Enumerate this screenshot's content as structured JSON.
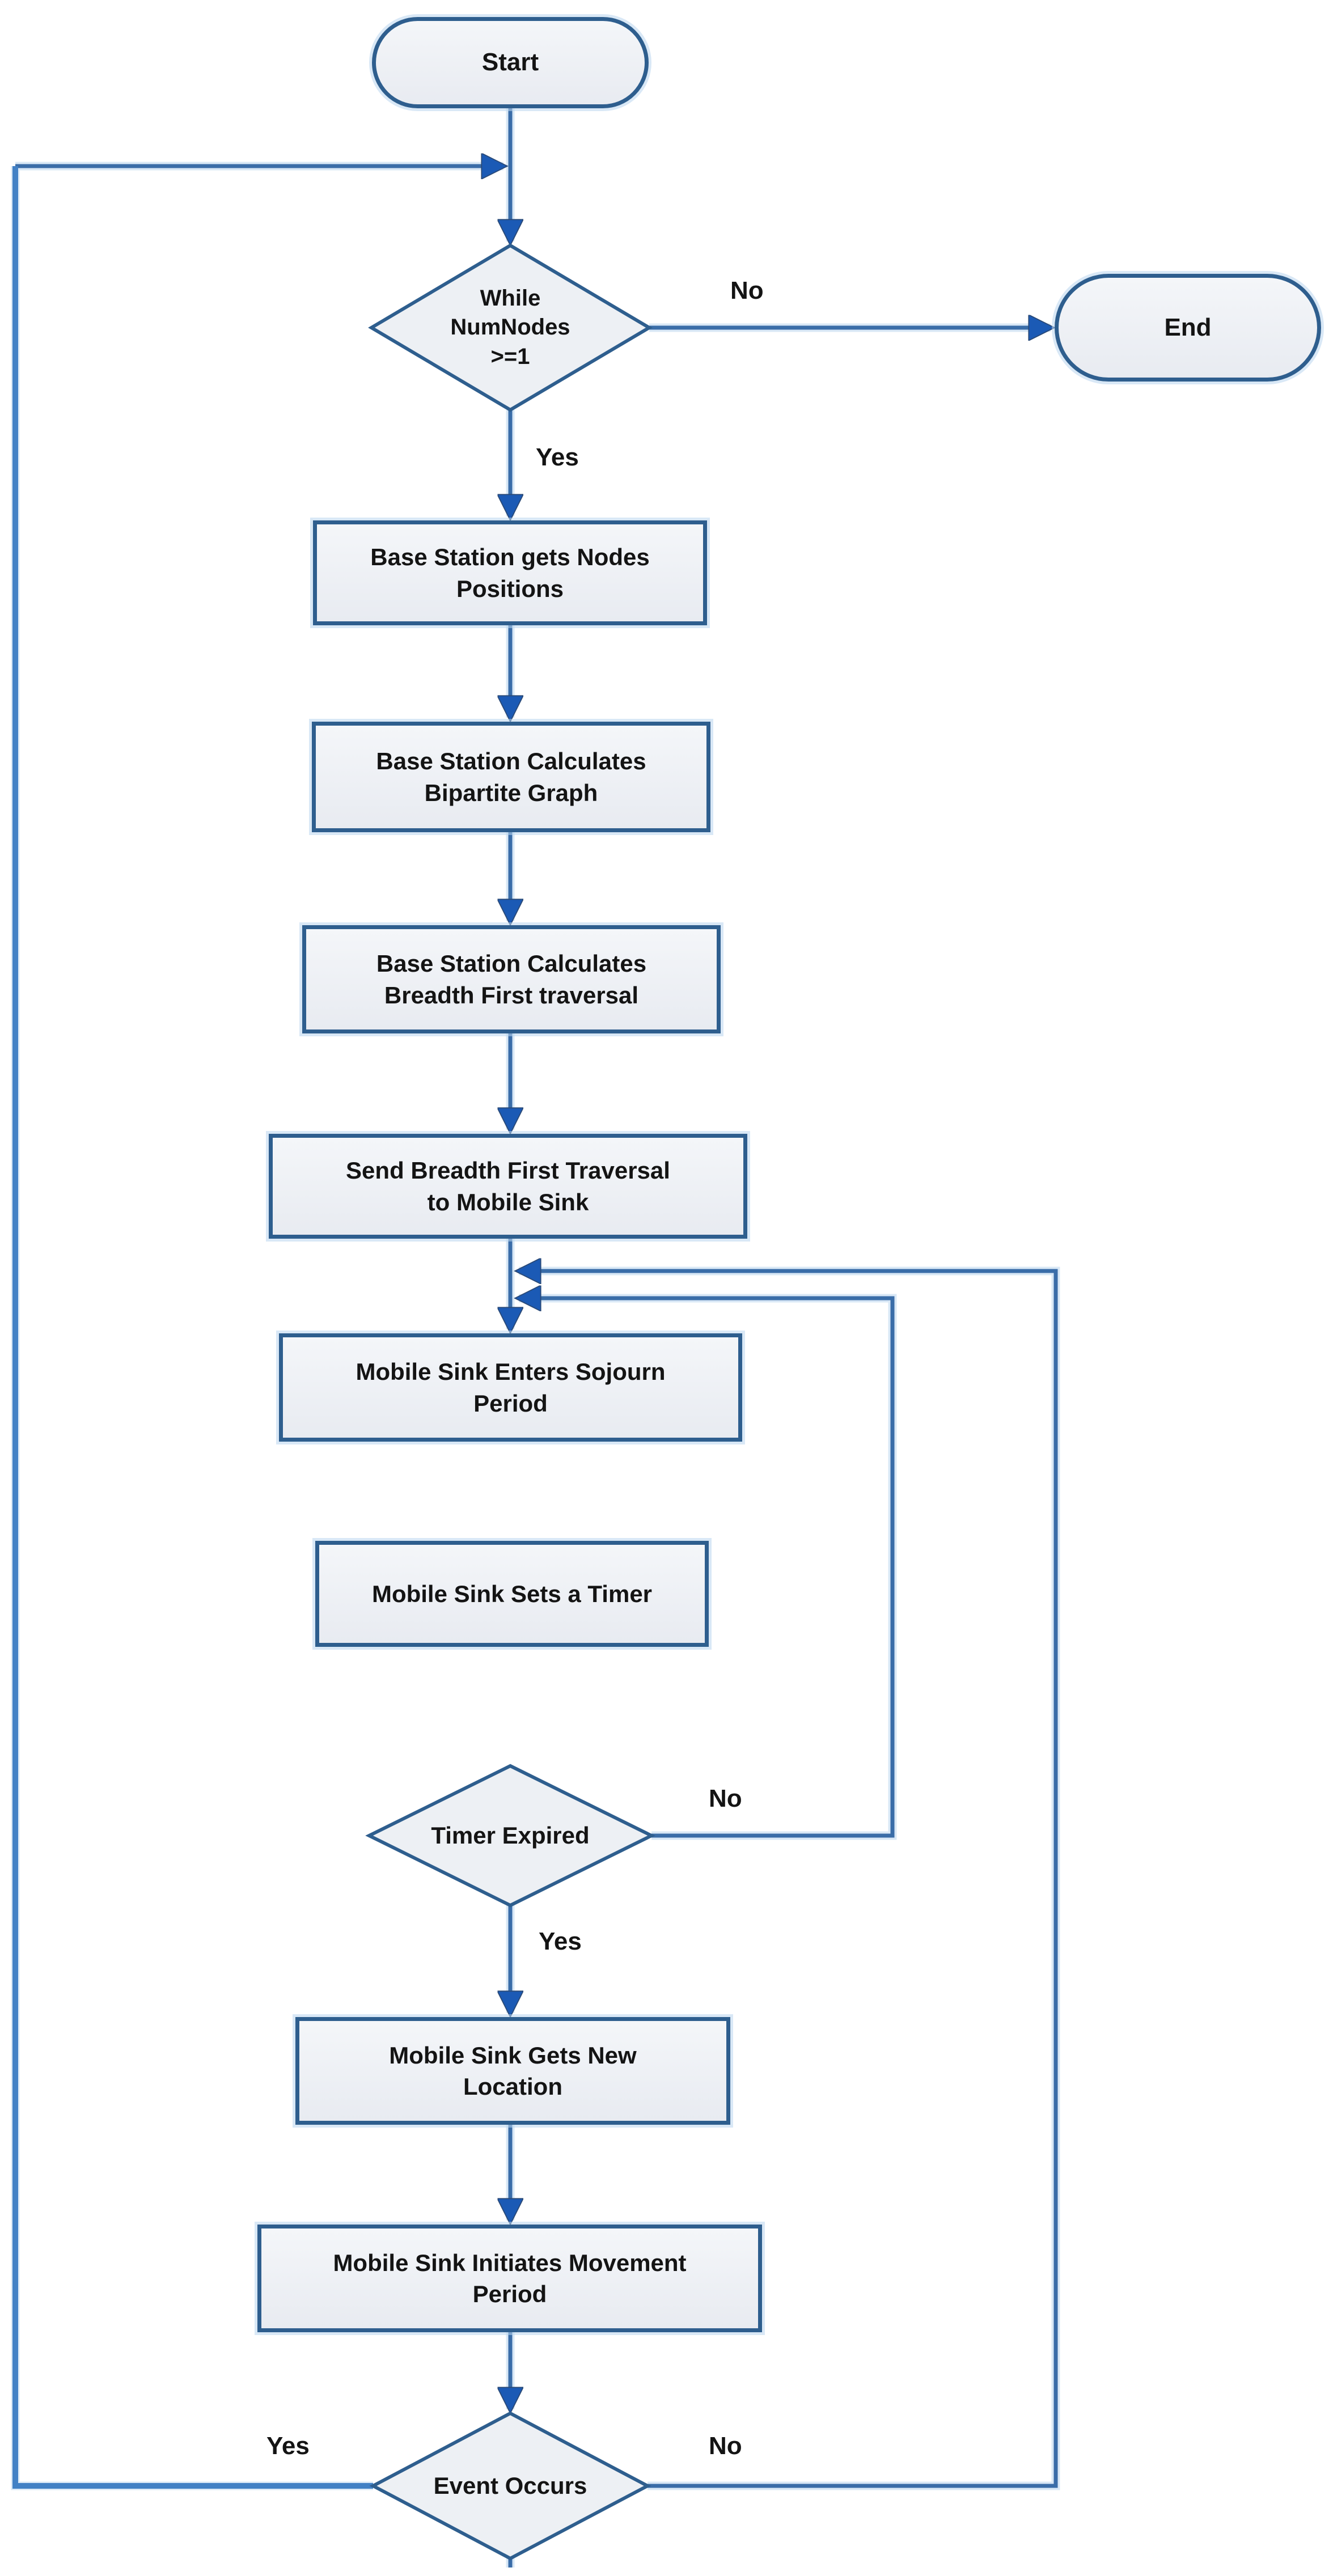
{
  "diagram_type": "flowchart",
  "colors": {
    "shape_border": "#2e5e8e",
    "shape_fill": "#edf0f4",
    "connector": "#3a6da8",
    "connector_bright": "#4281c5",
    "arrowhead": "#1b5ab5",
    "label_text": "#141414",
    "background": "#ffffff"
  },
  "nodes": {
    "start": "Start",
    "while_loop": "While\nNumNodes\n>=1",
    "end": "End",
    "get_positions": "Base Station gets Nodes\nPositions",
    "bipartite": "Base Station Calculates\nBipartite Graph",
    "bfs": "Base Station Calculates\nBreadth First traversal",
    "send_bfs": "Send Breadth First Traversal\nto Mobile Sink",
    "sojourn": "Mobile Sink Enters Sojourn\nPeriod",
    "timer_set": "Mobile Sink Sets a Timer",
    "timer_expired": "Timer Expired",
    "new_location": "Mobile Sink Gets New\nLocation",
    "movement": "Mobile Sink Initiates Movement\nPeriod",
    "event_occurs": "Event Occurs"
  },
  "edge_labels": {
    "while_no": "No",
    "while_yes": "Yes",
    "timer_no": "No",
    "timer_yes": "Yes",
    "event_yes": "Yes",
    "event_no": "No"
  }
}
